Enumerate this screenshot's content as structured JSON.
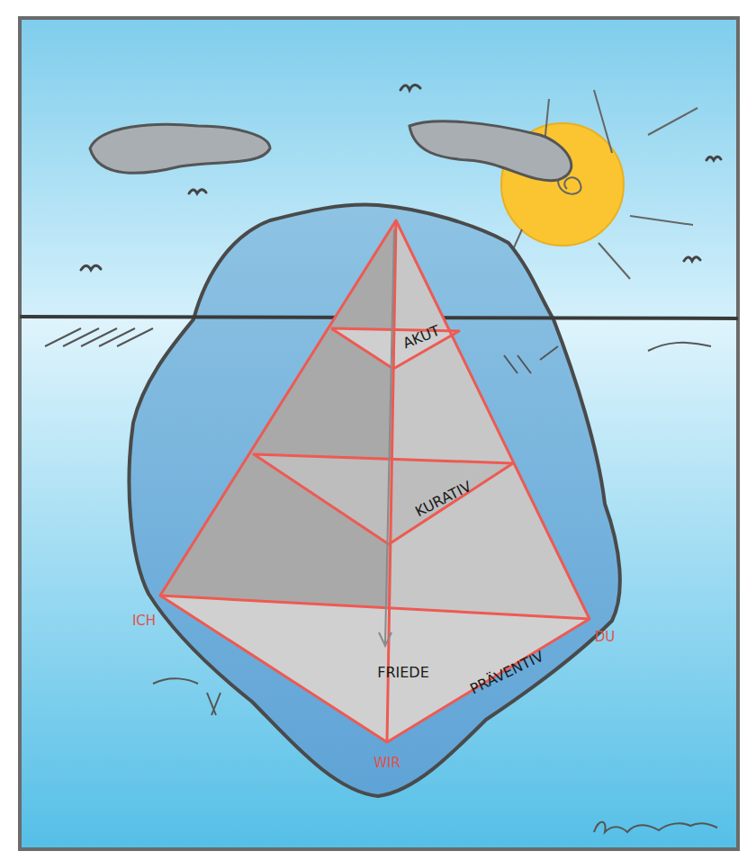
{
  "diagram": {
    "labels": [
      "AKUT",
      "KURATIV",
      "FRIEDE",
      "PRÄVENTIV",
      "ICH",
      "DU",
      "WIR"
    ]
  }
}
